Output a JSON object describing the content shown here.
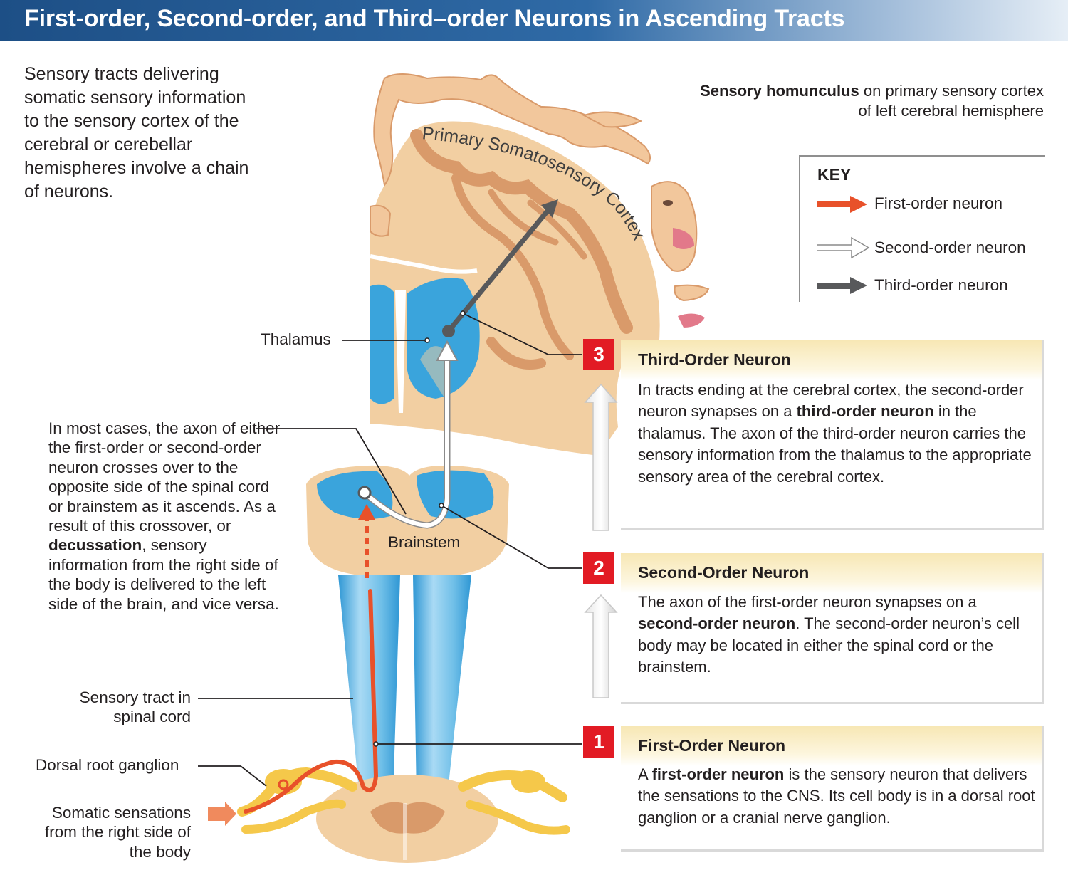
{
  "title": "First-order, Second-order, and Third–order Neurons in Ascending Tracts",
  "intro": "Sensory tracts delivering somatic sensory informa­tion to the sensory cortex of the cerebral or cerebellar hemispheres involve a chain of neurons.",
  "homunculus_caption": {
    "bold": "Sensory homunculus",
    "rest": " on primary sensory cortex of left cerebral hemisphere"
  },
  "cortex_label": "Primary Somatosensory Cortex",
  "key": {
    "title": "KEY",
    "items": [
      {
        "label": "First-order neuron",
        "color": "#e8512a"
      },
      {
        "label": "Second-order neuron",
        "color": "#ffffff"
      },
      {
        "label": "Third-order neuron",
        "color": "#58595b"
      }
    ]
  },
  "labels": {
    "thalamus": "Thalamus",
    "brainstem": "Brainstem",
    "sensory_tract": "Sensory tract in spinal cord",
    "dorsal_root_ganglion": "Dorsal root ganglion",
    "somatic": "Somatic sensations from the right side of the body"
  },
  "decussation_note": {
    "before": "In most cases, the axon of either the first-order or second-order neuron crosses over to the opposite side of the spinal cord or brainstem as it ascends. As a result of this crossover, or ",
    "bold": "decussation",
    "after": ", sensory information from the right side of the body is delivered to the left side of the brain, and vice versa."
  },
  "steps": [
    {
      "number": "3",
      "title": "Third-Order Neuron",
      "text_before": "In tracts ending at the cerebral cortex, the second-order neuron synapses on a ",
      "text_bold": "third-order neuron",
      "text_after": " in the thalamus. The axon of the third-order neuron carries the sensory information from the thalamus to the appropriate sensory area of the cerebral cortex."
    },
    {
      "number": "2",
      "title": "Second-Order Neuron",
      "text_before": "The axon of the first-order neuron synapses on a ",
      "text_bold": "second-order neuron",
      "text_after": ". The second-order neuron’s cell body may be located in either the spinal cord or the brainstem."
    },
    {
      "number": "1",
      "title": "First-Order Neuron",
      "text_before": "A ",
      "text_bold": "first-order neuron",
      "text_after": " is the sensory neuron that delivers the sensations to the CNS. Its cell body is in a dorsal root ganglion or a cranial nerve ganglion."
    }
  ],
  "colors": {
    "tissue": "#f2cfa2",
    "tissue_dark": "#d99a6a",
    "gray_matter_blue": "#3aa4dc",
    "first_order": "#e8512a",
    "third_order": "#58595b",
    "step_badge": "#e21b24",
    "ganglion": "#f5c84a"
  }
}
